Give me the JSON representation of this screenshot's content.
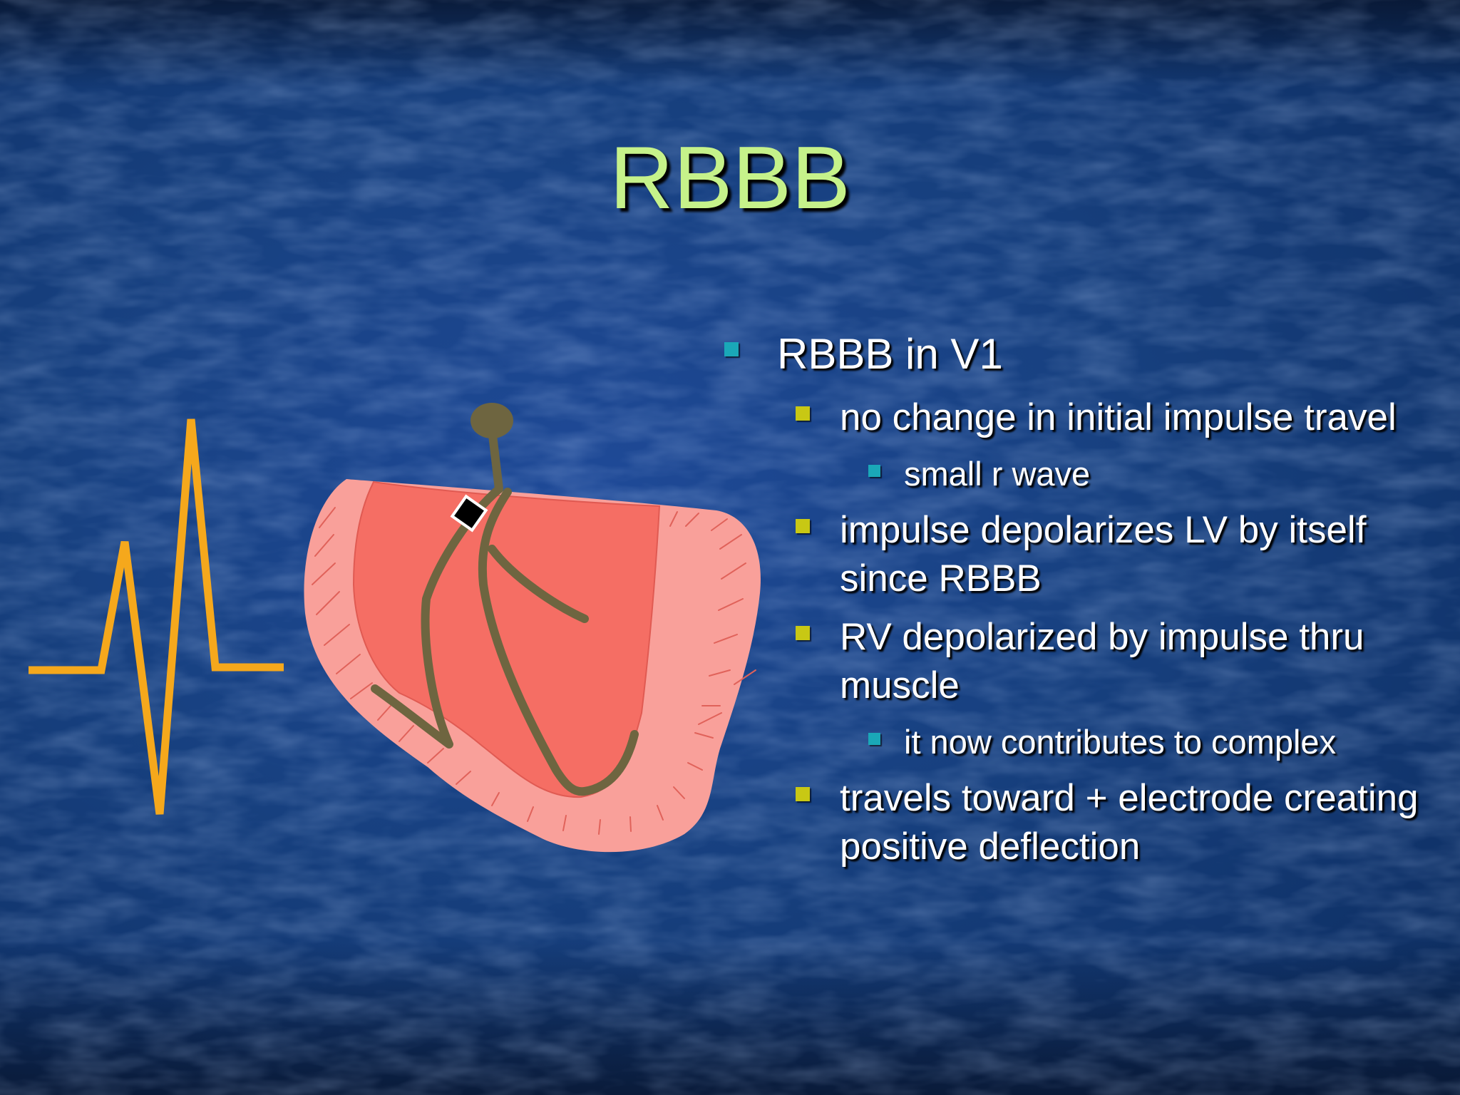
{
  "title": "RBBB",
  "colors": {
    "title": "#c6f28a",
    "background": "#17407f",
    "bullet_level1": "#1aa8b8",
    "bullet_level2": "#c8c814",
    "bullet_level3": "#1aa8b8",
    "ecg_trace": "#f5a81c",
    "heart_outer": "#f9a09a",
    "heart_inner": "#f56e64",
    "conduction_path": "#6e6540"
  },
  "bullets": [
    {
      "level": 1,
      "text": "RBBB in V1"
    },
    {
      "level": 2,
      "text": "no change in initial impulse travel"
    },
    {
      "level": 3,
      "text": "small r wave"
    },
    {
      "level": 2,
      "text": "impulse depolarizes LV by itself since RBBB"
    },
    {
      "level": 2,
      "text": "RV depolarized by impulse thru muscle"
    },
    {
      "level": 3,
      "text": "it now contributes to complex"
    },
    {
      "level": 2,
      "text": "travels toward + electrode creating positive deflection"
    }
  ],
  "diagram": {
    "ecg_icon": "ecg-waveform-icon",
    "heart_icon": "heart-cross-section-icon",
    "block_icon": "bundle-branch-block-marker-icon"
  }
}
